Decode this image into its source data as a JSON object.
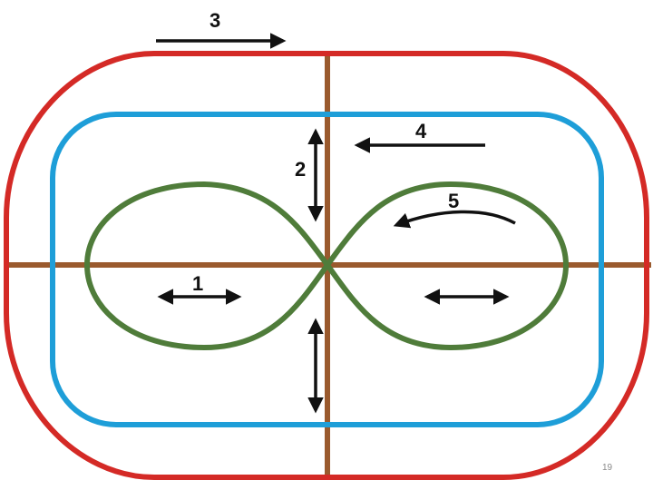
{
  "colors": {
    "outer_track": "#d42a26",
    "inner_track": "#1e9ed8",
    "figure_eight": "#4f7c3a",
    "axis_lines": "#9a5a2e",
    "arrows": "#111111",
    "page_number": "#8a8a8a"
  },
  "labels": {
    "l1": "1",
    "l2": "2",
    "l3": "3",
    "l4": "4",
    "l5": "5"
  },
  "page_number": "19"
}
